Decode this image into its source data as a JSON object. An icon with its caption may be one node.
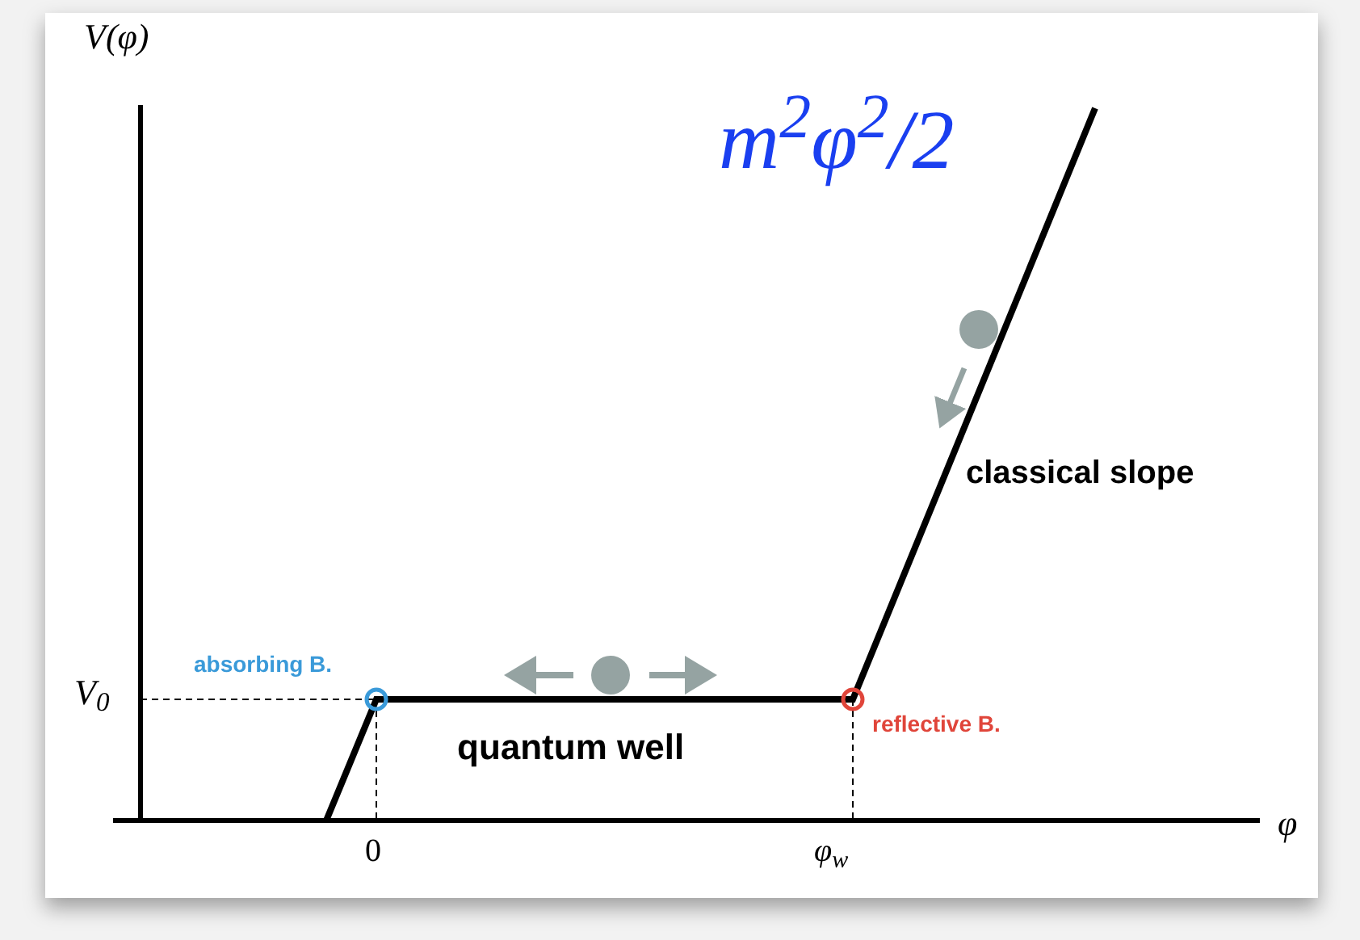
{
  "diagram": {
    "labels": [
      "V(φ)",
      "m$^{2}$φ$^{2}$/2",
      "classical slope",
      "absorbing B.",
      "V$_{0}$",
      "reflective B.",
      "quantum well",
      "0",
      "φ$_{w}$",
      "φ"
    ]
  }
}
